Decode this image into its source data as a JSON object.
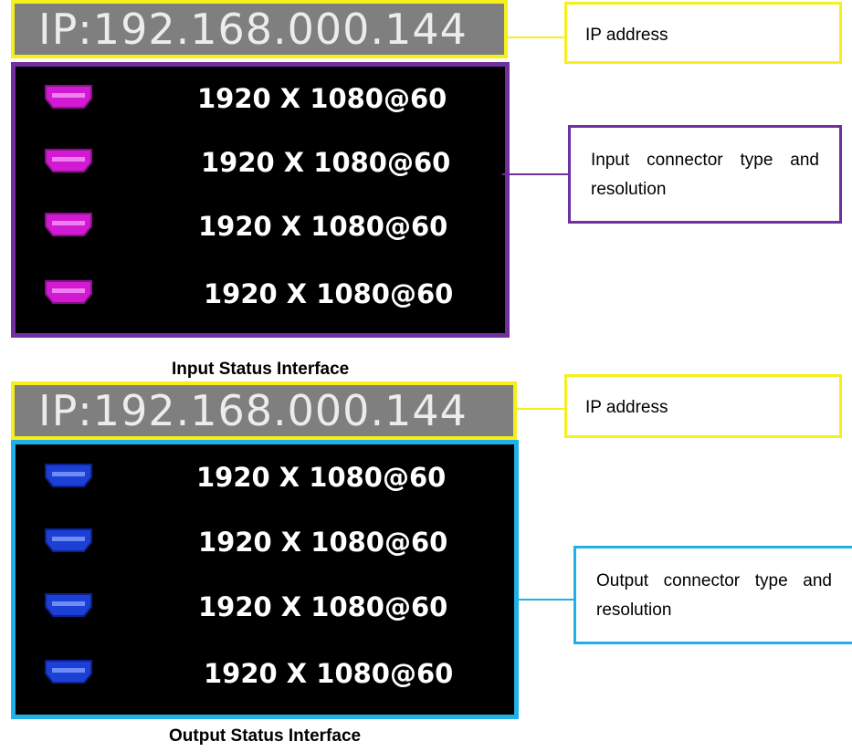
{
  "input_panel": {
    "ip_text": "IP:192.168.000.144",
    "rows": [
      {
        "port_icon": "hdmi-port-icon",
        "resolution": "1920 X 1080@60"
      },
      {
        "port_icon": "hdmi-port-icon",
        "resolution": "1920 X 1080@60"
      },
      {
        "port_icon": "hdmi-port-icon",
        "resolution": "1920 X 1080@60"
      },
      {
        "port_icon": "hdmi-port-icon",
        "resolution": "1920 X 1080@60"
      }
    ],
    "caption": "Input Status Interface",
    "callout_ip": "IP address",
    "callout_connector": "Input connector type and resolution"
  },
  "output_panel": {
    "ip_text": "IP:192.168.000.144",
    "rows": [
      {
        "port_icon": "hdmi-port-icon",
        "resolution": "1920 X 1080@60"
      },
      {
        "port_icon": "hdmi-port-icon",
        "resolution": "1920 X 1080@60"
      },
      {
        "port_icon": "hdmi-port-icon",
        "resolution": "1920 X 1080@60"
      },
      {
        "port_icon": "hdmi-port-icon",
        "resolution": "1920 X 1080@60"
      }
    ],
    "caption": "Output Status Interface",
    "callout_ip": "IP address",
    "callout_connector": "Output connector type and resolution"
  },
  "colors": {
    "ip_border": "#f5f01c",
    "ip_bar_bg": "#7f7f7f",
    "input_border": "#7030a0",
    "input_port": "#d21ad2",
    "output_border": "#1fb0e6",
    "output_port": "#1c3fd6",
    "screen_bg": "#000000"
  }
}
